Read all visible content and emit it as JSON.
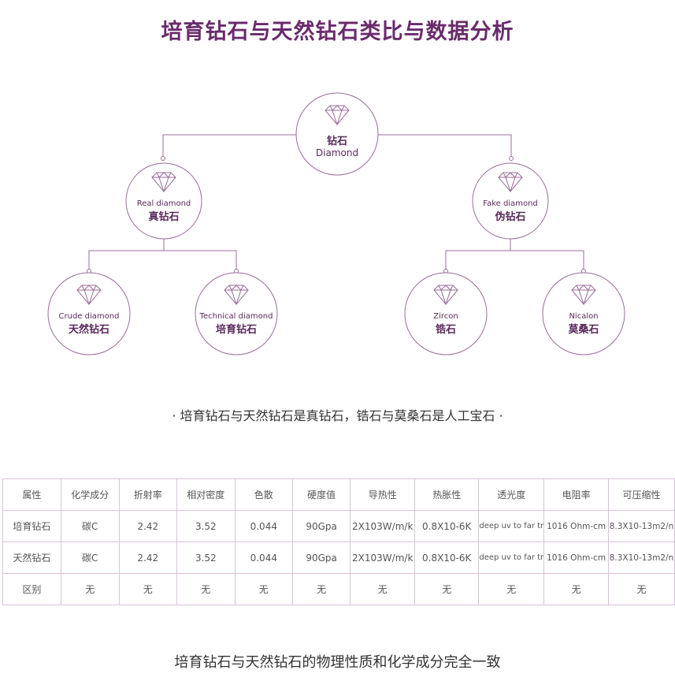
{
  "title": "培育钻石与天然钻石类比与数据分析",
  "tree": {
    "root": {
      "zh": "钻石",
      "en": "Diamond"
    },
    "real": {
      "en": "Real diamond",
      "zh": "真钻石"
    },
    "fake": {
      "en": "Fake diamond",
      "zh": "伪钻石"
    },
    "crude": {
      "en": "Crude diamond",
      "zh": "天然钻石"
    },
    "technical": {
      "en": "Technical diamond",
      "zh": "培育钻石"
    },
    "zircon": {
      "en": "Zircon",
      "zh": "锆石"
    },
    "nicalon": {
      "en": "Nicalon",
      "zh": "莫桑石"
    }
  },
  "subtitle": "· 培育钻石与天然钻石是真钻石，锆石与莫桑石是人工宝石 ·",
  "table": {
    "header": [
      "属性",
      "化学成分",
      "折射率",
      "相对密度",
      "色散",
      "硬度值",
      "导热性",
      "热胀性",
      "透光度",
      "电阻率",
      "可压缩性"
    ],
    "rows": [
      [
        "培育钻石",
        "碳C",
        "2.42",
        "3.52",
        "0.044",
        "90Gpa",
        "2X103W/m/k",
        "0.8X10-6K",
        "deep uv to far tr",
        "1016 Ohm-cm",
        "8.3X10-13m2/n"
      ],
      [
        "天然钻石",
        "碳C",
        "2.42",
        "3.52",
        "0.044",
        "90Gpa",
        "2X103W/m/k",
        "0.8X10-6K",
        "deep uv to far tr",
        "1016 Ohm-cm",
        "8.3X10-13m2/n"
      ],
      [
        "区别",
        "无",
        "无",
        "无",
        "无",
        "无",
        "无",
        "无",
        "无",
        "无",
        "无"
      ]
    ]
  },
  "footer": "培育钻石与天然钻石的物理性质和化学成分完全一致",
  "colors": {
    "accent": "#6a2b6c",
    "line": "#9a6d9b"
  }
}
